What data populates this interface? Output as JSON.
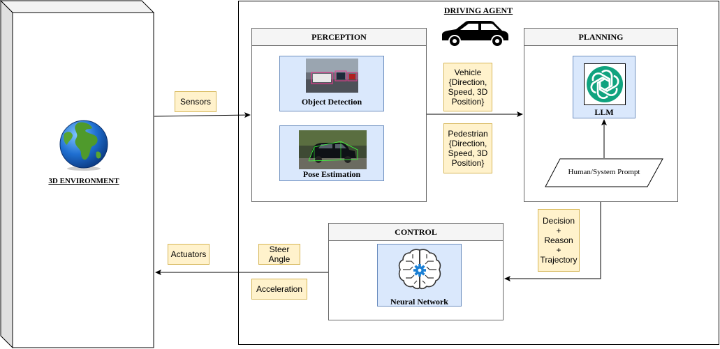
{
  "environment": {
    "label": "3D ENVIRONMENT"
  },
  "agent": {
    "title": "DRIVING AGENT"
  },
  "perception": {
    "title": "PERCEPTION",
    "object_detection": "Object Detection",
    "pose_estimation": "Pose Estimation"
  },
  "planning": {
    "title": "PLANNING",
    "llm": "LLM",
    "prompt": "Human/System Prompt"
  },
  "control": {
    "title": "CONTROL",
    "neural_network": "Neural Network"
  },
  "notes": {
    "sensors": "Sensors",
    "actuators": "Actuators",
    "vehicle": [
      "Vehicle",
      "{Direction,",
      "Speed, 3D",
      "Position}"
    ],
    "pedestrian": [
      "Pedestrian",
      "{Direction,",
      "Speed, 3D",
      "Position}"
    ],
    "decision": [
      "Decision",
      "+",
      "Reason",
      "+",
      "Trajectory"
    ],
    "steer": [
      "Steer",
      "Angle"
    ],
    "acceleration": "Acceleration"
  },
  "colors": {
    "note_fill": "#fff2cc",
    "note_border": "#d6b656",
    "blue_fill": "#dae8fc",
    "blue_border": "#6c8ebf",
    "llm_green": "#10a37f",
    "gear_blue": "#1a7fd4"
  },
  "icons": [
    "globe-icon",
    "car-icon",
    "openai-logo-icon",
    "brain-circuit-icon"
  ]
}
